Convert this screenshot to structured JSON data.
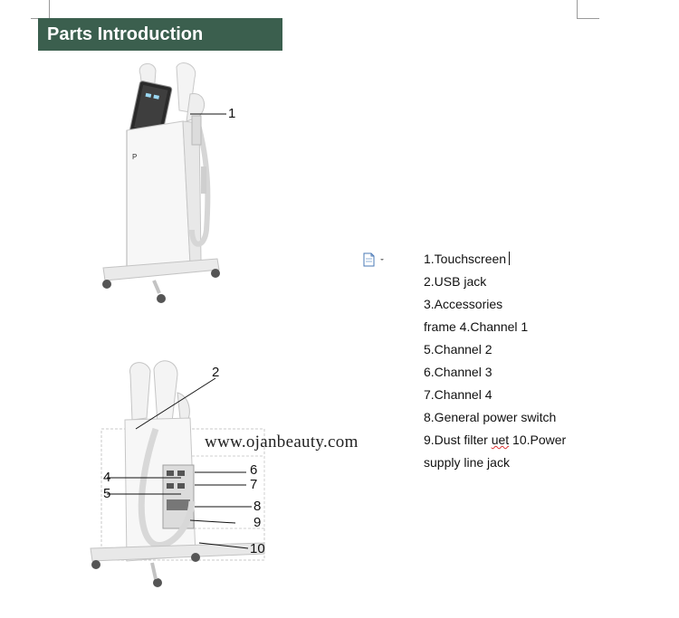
{
  "heading": {
    "title": "Parts Introduction"
  },
  "figure_top": {
    "callouts": [
      "1"
    ]
  },
  "figure_bottom": {
    "callouts": [
      "2",
      "4",
      "5",
      "6",
      "7",
      "8",
      "9",
      "10"
    ]
  },
  "watermark": "www.ojanbeauty.com",
  "icons": {
    "doc": "document-icon",
    "arrow": "dropdown-arrow-icon"
  },
  "parts": [
    "1.Touchscreen",
    "2.USB jack",
    "3.Accessories",
    "frame 4.Channel 1",
    "5.Channel 2",
    "6.Channel 3",
    "7.Channel 4",
    "8.General power switch",
    "9.Dust filter ",
    "uet",
    " 10.Power",
    "supply line jack"
  ]
}
